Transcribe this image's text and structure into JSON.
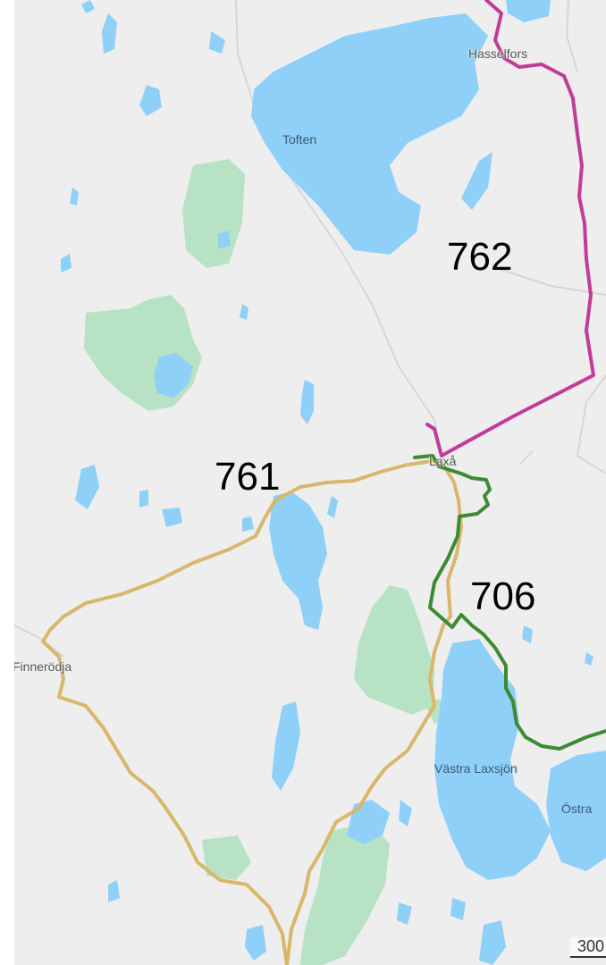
{
  "map": {
    "places": {
      "hasselfors": "Hasselfors",
      "toften": "Toften",
      "laxa": "Laxå",
      "finnerodja": "Finnerödja",
      "vastra_laxsjon": "Västra Laxsjön",
      "ostra": "Östra"
    },
    "routes": [
      {
        "id": "762",
        "label": "762",
        "color": "#c23b9a"
      },
      {
        "id": "761",
        "label": "761",
        "color": "#d9b76a"
      },
      {
        "id": "706",
        "label": "706",
        "color": "#3d8a34"
      }
    ],
    "scale_label": "300",
    "colors": {
      "land": "#eeeeee",
      "water": "#8fd0f8",
      "forest": "#b8e2c4",
      "road": "#d8d8d8"
    }
  }
}
